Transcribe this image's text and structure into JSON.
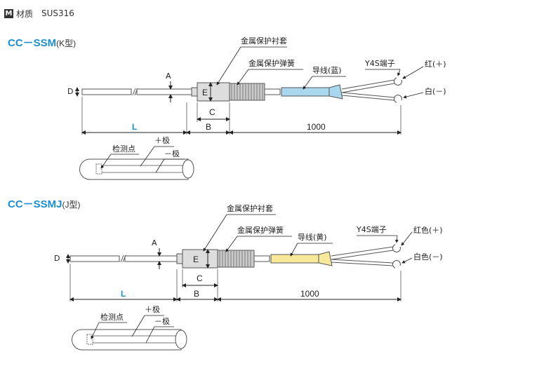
{
  "header": {
    "icon": "M",
    "material_label": "材质",
    "material_value": "SUS316"
  },
  "sections": [
    {
      "code": "CC－SSM",
      "type_label": "(K型)",
      "labels": {
        "sheath": "金属保护衬套",
        "spring": "金属保护弹簧",
        "lead": "导线(蓝)",
        "terminal": "Y4S端子",
        "positive": "红(＋)",
        "negative": "白(－)",
        "detect": "检测点",
        "plus": "＋极",
        "minus": "－极"
      },
      "dims": {
        "A": "A",
        "D": "D",
        "E": "E",
        "C": "C",
        "B": "B",
        "L": "L",
        "len": "1000"
      },
      "lead_color": "#a9d8ee"
    },
    {
      "code": "CC－SSMJ",
      "type_label": "(J型)",
      "labels": {
        "sheath": "金属保护衬套",
        "spring": "金属保护弹簧",
        "lead": "导线(黄)",
        "terminal": "Y4S端子",
        "positive": "红色(＋)",
        "negative": "白色(－)",
        "detect": "检测点",
        "plus": "＋极",
        "minus": "－极"
      },
      "dims": {
        "A": "A",
        "D": "D",
        "E": "E",
        "C": "C",
        "B": "B",
        "L": "L",
        "len": "1000"
      },
      "lead_color": "#f7e89a"
    }
  ]
}
